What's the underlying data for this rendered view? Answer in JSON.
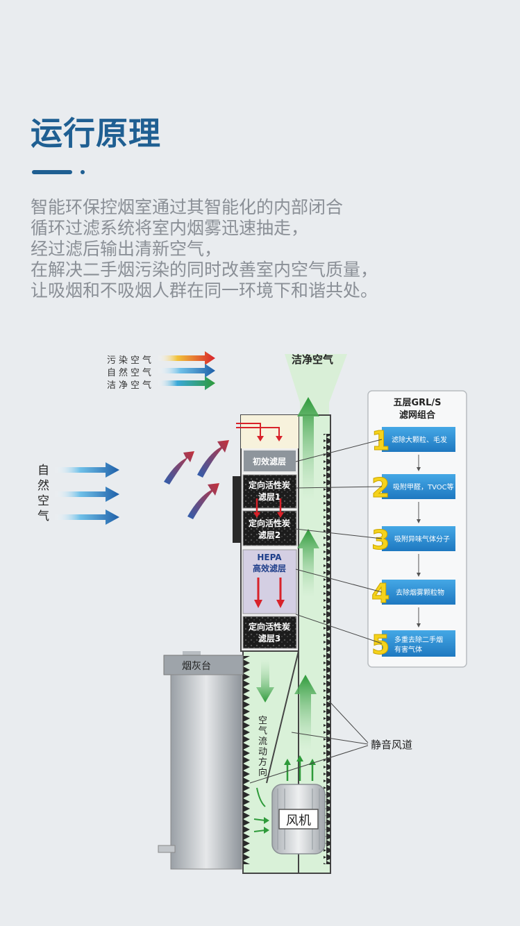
{
  "page": {
    "title": "运行原理",
    "intro_lines": [
      "智能环保控烟室通过其智能化的内部闭合",
      "循环过滤系统将室内烟雾迅速抽走，",
      "经过滤后输出清新空气，",
      "在解决二手烟污染的同时改善室内空气质量，",
      "让吸烟和不吸烟人群在同一环境下和谐共处。"
    ]
  },
  "diagram": {
    "legend": [
      "污染空气",
      "自然空气",
      "洁净空气"
    ],
    "outlet_label": "洁净空气",
    "natural_air_label": [
      "自",
      "然",
      "空",
      "气"
    ],
    "filters": {
      "primary": "初效滤层",
      "carbon1": [
        "定向活性炭",
        "滤层1"
      ],
      "carbon2": [
        "定向活性炭",
        "滤层2"
      ],
      "hepa": [
        "HEPA",
        "高效滤层"
      ],
      "carbon3": [
        "定向活性炭",
        "滤层3"
      ]
    },
    "ashtray_label": "烟灰台",
    "airflow_label": [
      "空",
      "气",
      "流",
      "动",
      "方",
      "向"
    ],
    "fan_label": "风机",
    "duct_label": "静音风道",
    "panel": {
      "title_line1": "五层GRL/S",
      "title_line2": "滤网组合",
      "items": [
        {
          "num": "1",
          "text": "滤除大颗粒、毛发"
        },
        {
          "num": "2",
          "text": "吸附甲醛，TVOC等"
        },
        {
          "num": "3",
          "text": "吸附异味气体分子"
        },
        {
          "num": "4",
          "text": "去除烟雾颗粒物"
        },
        {
          "num": "5",
          "text": [
            "多重去除二手烟",
            "有害气体"
          ]
        }
      ]
    },
    "colors": {
      "title_blue": "#1f5f92",
      "clean_green": "#2e9a3a",
      "pollute_red": "#d8222a",
      "box_blue": "#2f8fd0",
      "number_yellow": "#f5d21c"
    }
  }
}
